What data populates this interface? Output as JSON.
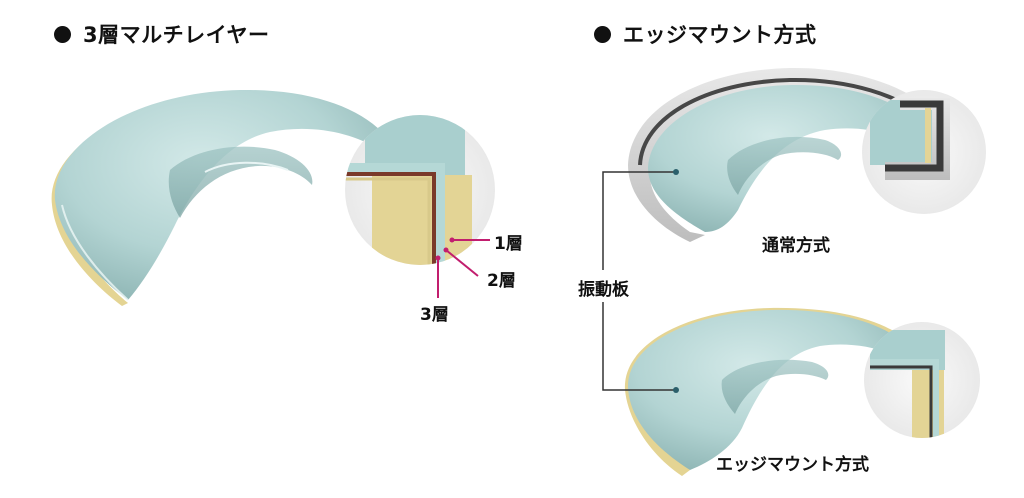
{
  "left_panel": {
    "heading": "3層マルチレイヤー",
    "labels": {
      "layer1": "1層",
      "layer2": "2層",
      "layer3": "3層"
    },
    "colors": {
      "surface": "#b7d6d5",
      "core": "#e3d495",
      "brown": "#7a3a2a",
      "leader": "#c21e6e"
    }
  },
  "right_panel": {
    "heading": "エッジマウント方式",
    "labels": {
      "normal": "通常方式",
      "diaphragm": "振動板",
      "edge_mount": "エッジマウント方式"
    },
    "colors": {
      "frame": "#d6d6d6",
      "frame_dark": "#555555"
    }
  }
}
